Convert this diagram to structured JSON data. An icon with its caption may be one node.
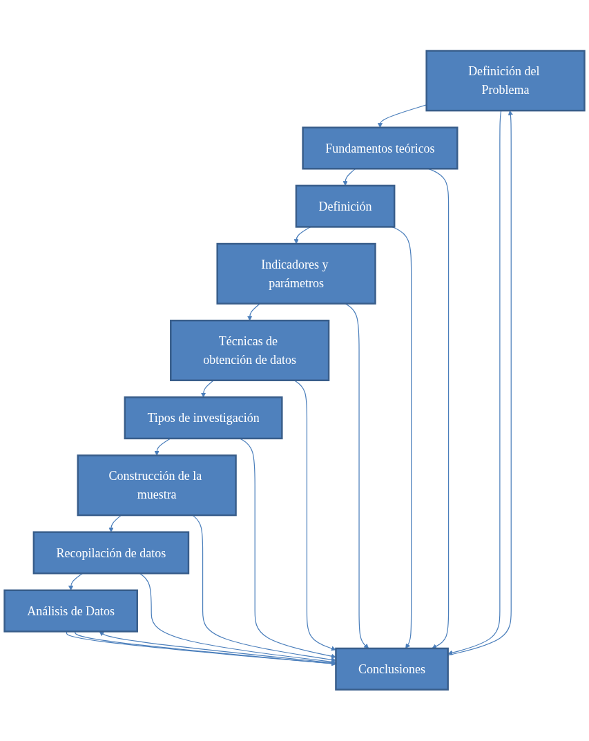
{
  "diagram": {
    "nodes": [
      {
        "text": [
          "Definición del Problema"
        ]
      },
      {
        "text": [
          "Fundamentos teóricos"
        ]
      },
      {
        "text": [
          "Definición"
        ]
      },
      {
        "text": [
          "Indicadores y parámetros"
        ]
      },
      {
        "text": [
          "Técnicas de obtención de datos"
        ]
      },
      {
        "text": [
          "Tipos de investigación"
        ]
      },
      {
        "text": [
          "Construcción de la muestra"
        ]
      },
      {
        "text": [
          "Recopilación de datos"
        ]
      },
      {
        "text": [
          "Análisis de Datos"
        ]
      },
      {
        "text": [
          "Conclusiones"
        ]
      }
    ],
    "edges": [
      {
        "from": 0,
        "to": 1,
        "arrow": "to"
      },
      {
        "from": 1,
        "to": 2,
        "arrow": "to"
      },
      {
        "from": 2,
        "to": 3,
        "arrow": "to"
      },
      {
        "from": 3,
        "to": 4,
        "arrow": "to"
      },
      {
        "from": 4,
        "to": 5,
        "arrow": "to"
      },
      {
        "from": 5,
        "to": 6,
        "arrow": "to"
      },
      {
        "from": 6,
        "to": 7,
        "arrow": "to"
      },
      {
        "from": 7,
        "to": 8,
        "arrow": "to"
      },
      {
        "from": 8,
        "to": 9,
        "arrow": "to"
      },
      {
        "from": 0,
        "to": 9,
        "arrow": "to"
      },
      {
        "from": 1,
        "to": 9,
        "arrow": "to"
      },
      {
        "from": 2,
        "to": 9,
        "arrow": "to"
      },
      {
        "from": 3,
        "to": 9,
        "arrow": "to"
      },
      {
        "from": 4,
        "to": 9,
        "arrow": "to"
      },
      {
        "from": 5,
        "to": 9,
        "arrow": "to"
      },
      {
        "from": 6,
        "to": 9,
        "arrow": "to"
      },
      {
        "from": 7,
        "to": 9,
        "arrow": "to"
      },
      {
        "from": 8,
        "to": 9,
        "arrow": "to"
      },
      {
        "from": 9,
        "to": 0,
        "arrow": "to"
      },
      {
        "from": 9,
        "to": 8,
        "arrow": "to"
      }
    ]
  }
}
